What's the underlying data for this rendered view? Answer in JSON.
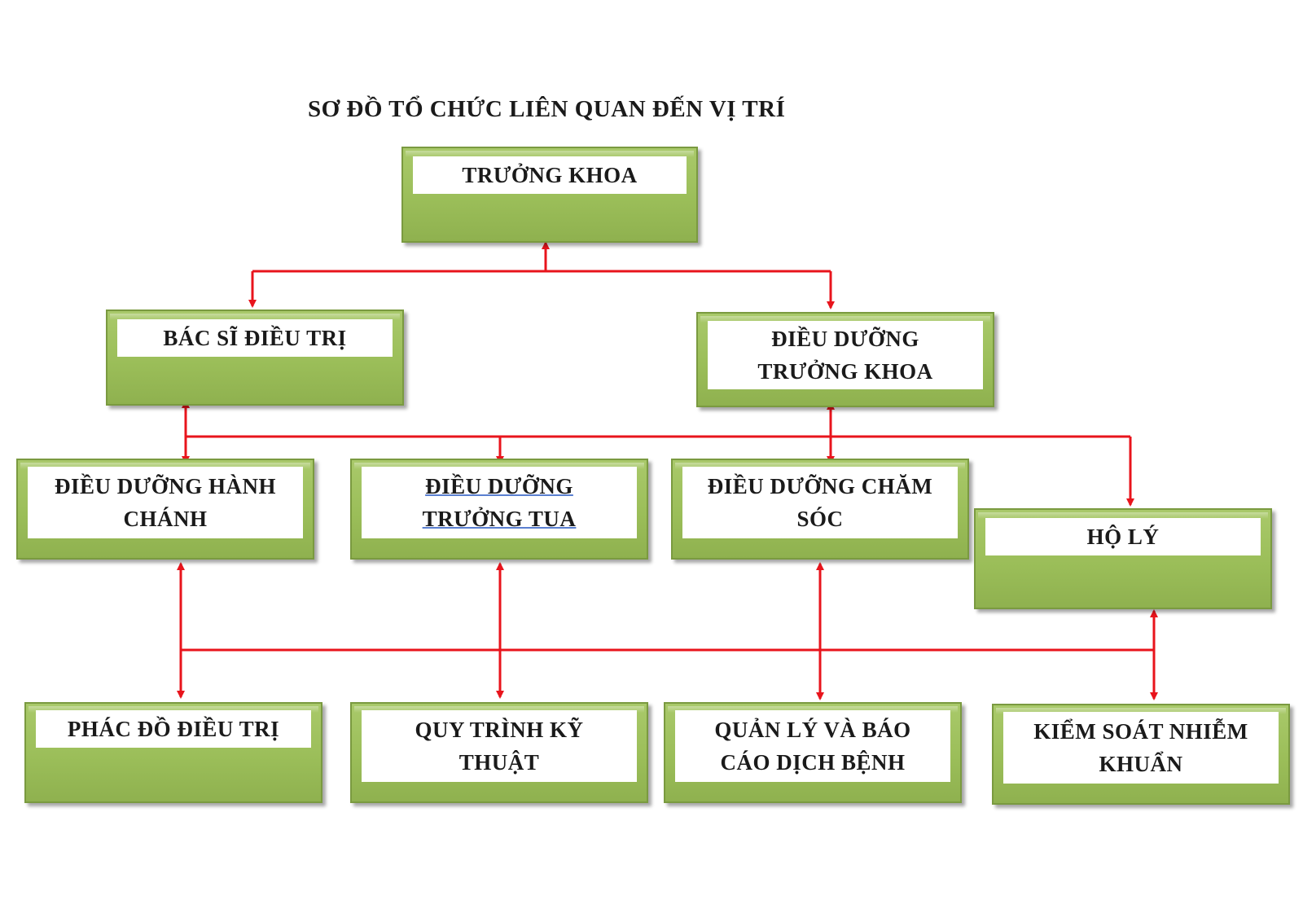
{
  "title": "SƠ ĐỒ TỔ CHỨC LIÊN QUAN ĐẾN VỊ TRÍ",
  "colors": {
    "box_fill": "#9bbe59",
    "box_border": "#7a9a40",
    "connector": "#e8141c"
  },
  "nodes": {
    "truong_khoa": "TRƯỞNG KHOA",
    "bac_si_dieu_tri": "BÁC SĨ ĐIỀU TRỊ",
    "dieu_duong_truong_khoa": "ĐIỀU DƯỠNG TRƯỞNG KHOA",
    "dieu_duong_hanh_chanh": "ĐIỀU DƯỠNG HÀNH CHÁNH",
    "dieu_duong_truong_tua": "ĐIỀU DƯỠNG TRƯỞNG TUA",
    "dieu_duong_cham_soc": "ĐIỀU DƯỠNG CHĂM SÓC",
    "ho_ly": "HỘ LÝ",
    "phac_do_dieu_tri": "PHÁC ĐỒ ĐIỀU TRỊ",
    "quy_trinh_ky_thuat": "QUY TRÌNH KỸ THUẬT",
    "quan_ly_bao_cao_dich_benh": "QUẢN LÝ VÀ BÁO CÁO DỊCH BỆNH",
    "kiem_soat_nhiem_khuan": "KIỂM SOÁT NHIỄM KHUẨN"
  }
}
